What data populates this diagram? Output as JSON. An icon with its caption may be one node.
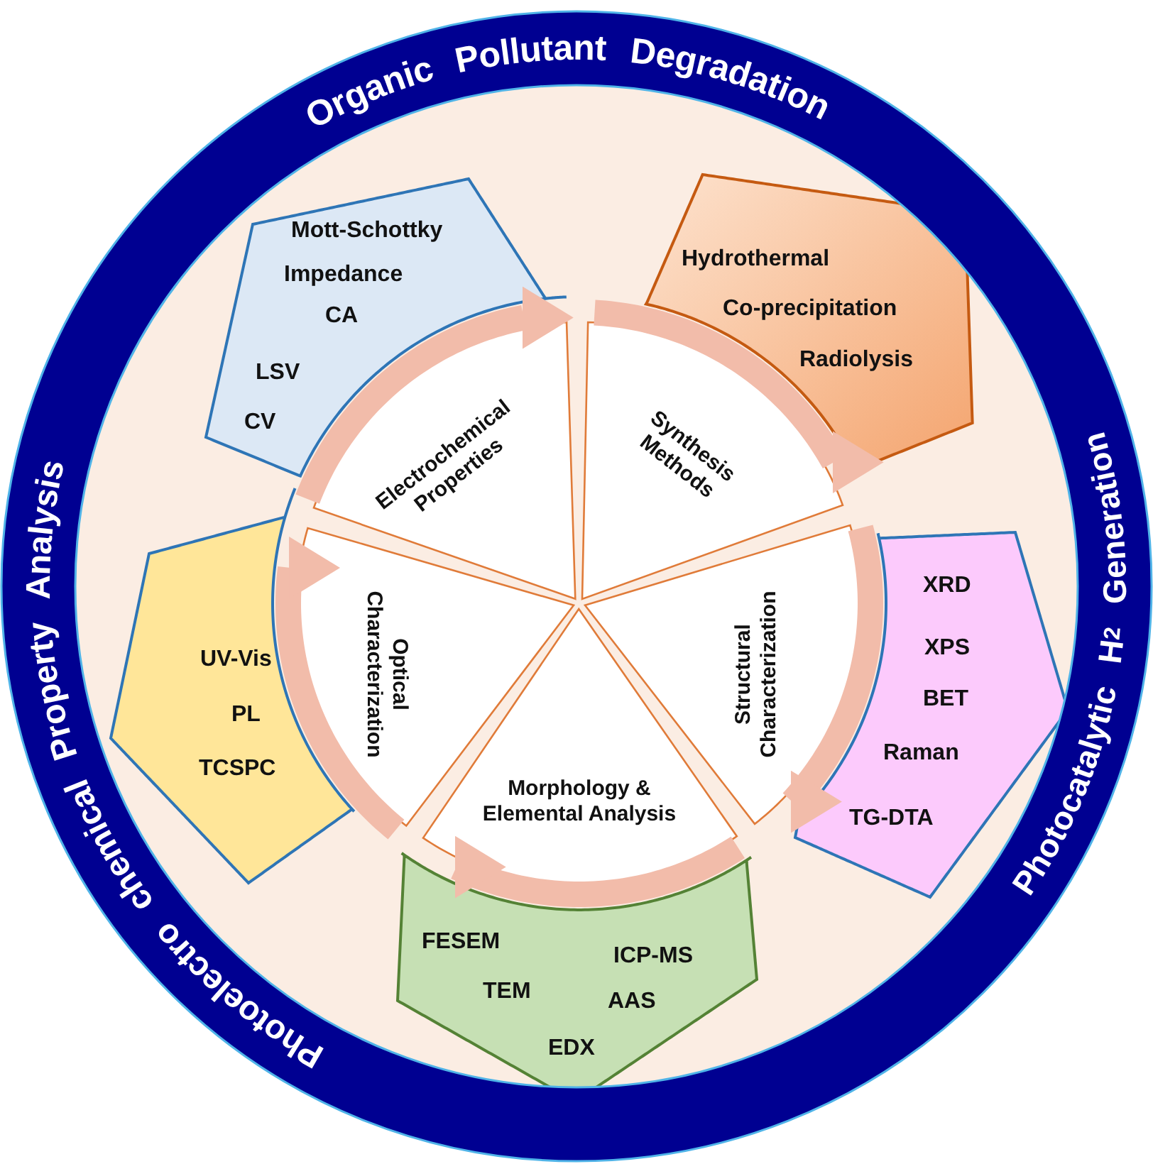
{
  "diagram": {
    "nodes": [
      {
        "text": [
          "Mott-Schottky",
          "Impedance",
          "CA",
          "LSV",
          "CV"
        ]
      },
      {
        "text": [
          "Hydrothermal",
          "Co-precipitation",
          "Radiolysis"
        ]
      },
      {
        "text": [
          "Electrochemical Properties"
        ]
      },
      {
        "text": [
          "Synthesis Methods"
        ]
      },
      {
        "text": [
          "UV-Vis",
          "PL",
          "TCSPC"
        ]
      },
      {
        "text": [
          "Optical Characterization"
        ]
      },
      {
        "text": [
          "Structural Characterization"
        ]
      },
      {
        "text": [
          "XRD",
          "XPS",
          "BET",
          "Raman",
          "TG-DTA"
        ]
      },
      {
        "text": [
          "Morphology & Elemental Analysis"
        ]
      },
      {
        "text": [
          "FESEM",
          "ICP-MS",
          "TEM",
          "AAS",
          "EDX"
        ]
      }
    ],
    "edges": [
      {
        "from": 2,
        "to": 3,
        "arrow": "to"
      },
      {
        "from": 3,
        "to": 6,
        "arrow": "to"
      },
      {
        "from": 6,
        "to": 8,
        "arrow": "to"
      },
      {
        "from": 8,
        "to": 5,
        "arrow": "to"
      },
      {
        "from": 5,
        "to": 2,
        "arrow": "to"
      }
    ],
    "labels": [
      "Organic Pollutant Degradation",
      "Photoelectro chemical Property Analysis",
      "Photocatalytic H$_{2}$ Generation"
    ]
  }
}
